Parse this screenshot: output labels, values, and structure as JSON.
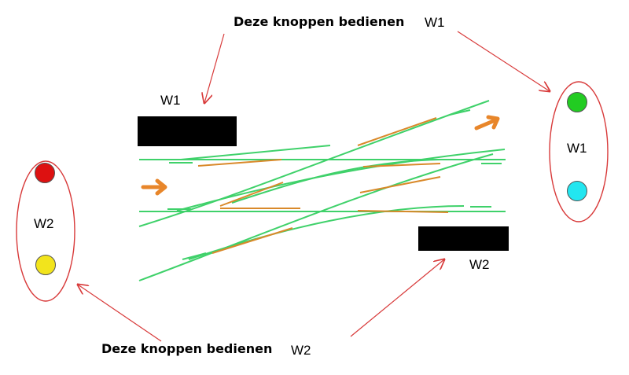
{
  "annotations": {
    "top_caption": "Deze knoppen bedienen",
    "top_target": "W1",
    "bottom_caption": "Deze knoppen bedienen",
    "bottom_target": "W2"
  },
  "switches": {
    "w1_label": "W1",
    "w2_label": "W2"
  },
  "panels": {
    "right": {
      "label": "W1",
      "top_button_color": "#22cc22",
      "bottom_button_color": "#22e6f0"
    },
    "left": {
      "label": "W2",
      "top_button_color": "#dd1111",
      "bottom_button_color": "#f2e41c"
    }
  },
  "colors": {
    "track": "#3fd16a",
    "blade": "#d9892a",
    "annotation": "#d83a3a",
    "direction_arrow": "#e8862a"
  }
}
